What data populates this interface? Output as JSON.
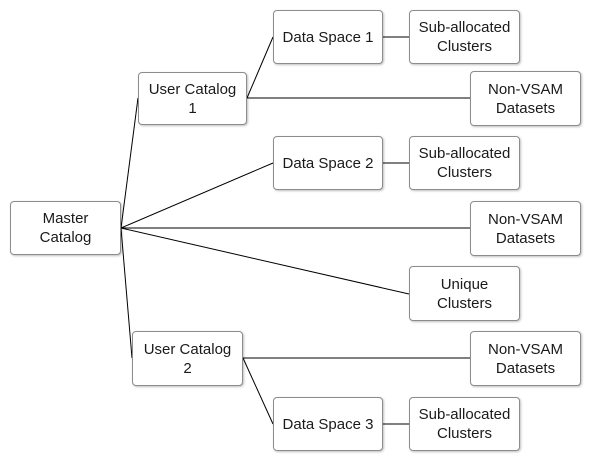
{
  "colors": {
    "line": "#000000",
    "box_border": "#8c8c8c"
  },
  "nodes": {
    "master_catalog": {
      "line1": "Master",
      "line2": "Catalog"
    },
    "user_catalog_1": {
      "line1": "User Catalog",
      "line2": "1"
    },
    "user_catalog_2": {
      "line1": "User Catalog",
      "line2": "2"
    },
    "data_space_1": {
      "line1": "Data Space 1"
    },
    "data_space_2": {
      "line1": "Data Space 2"
    },
    "data_space_3": {
      "line1": "Data Space 3"
    },
    "suballoc_1": {
      "line1": "Sub-allocated",
      "line2": "Clusters"
    },
    "suballoc_2": {
      "line1": "Sub-allocated",
      "line2": "Clusters"
    },
    "suballoc_3": {
      "line1": "Sub-allocated",
      "line2": "Clusters"
    },
    "nonvsam_1": {
      "line1": "Non-VSAM",
      "line2": "Datasets"
    },
    "nonvsam_master": {
      "line1": "Non-VSAM",
      "line2": "Datasets"
    },
    "nonvsam_2": {
      "line1": "Non-VSAM",
      "line2": "Datasets"
    },
    "unique_clusters": {
      "line1": "Unique",
      "line2": "Clusters"
    }
  }
}
